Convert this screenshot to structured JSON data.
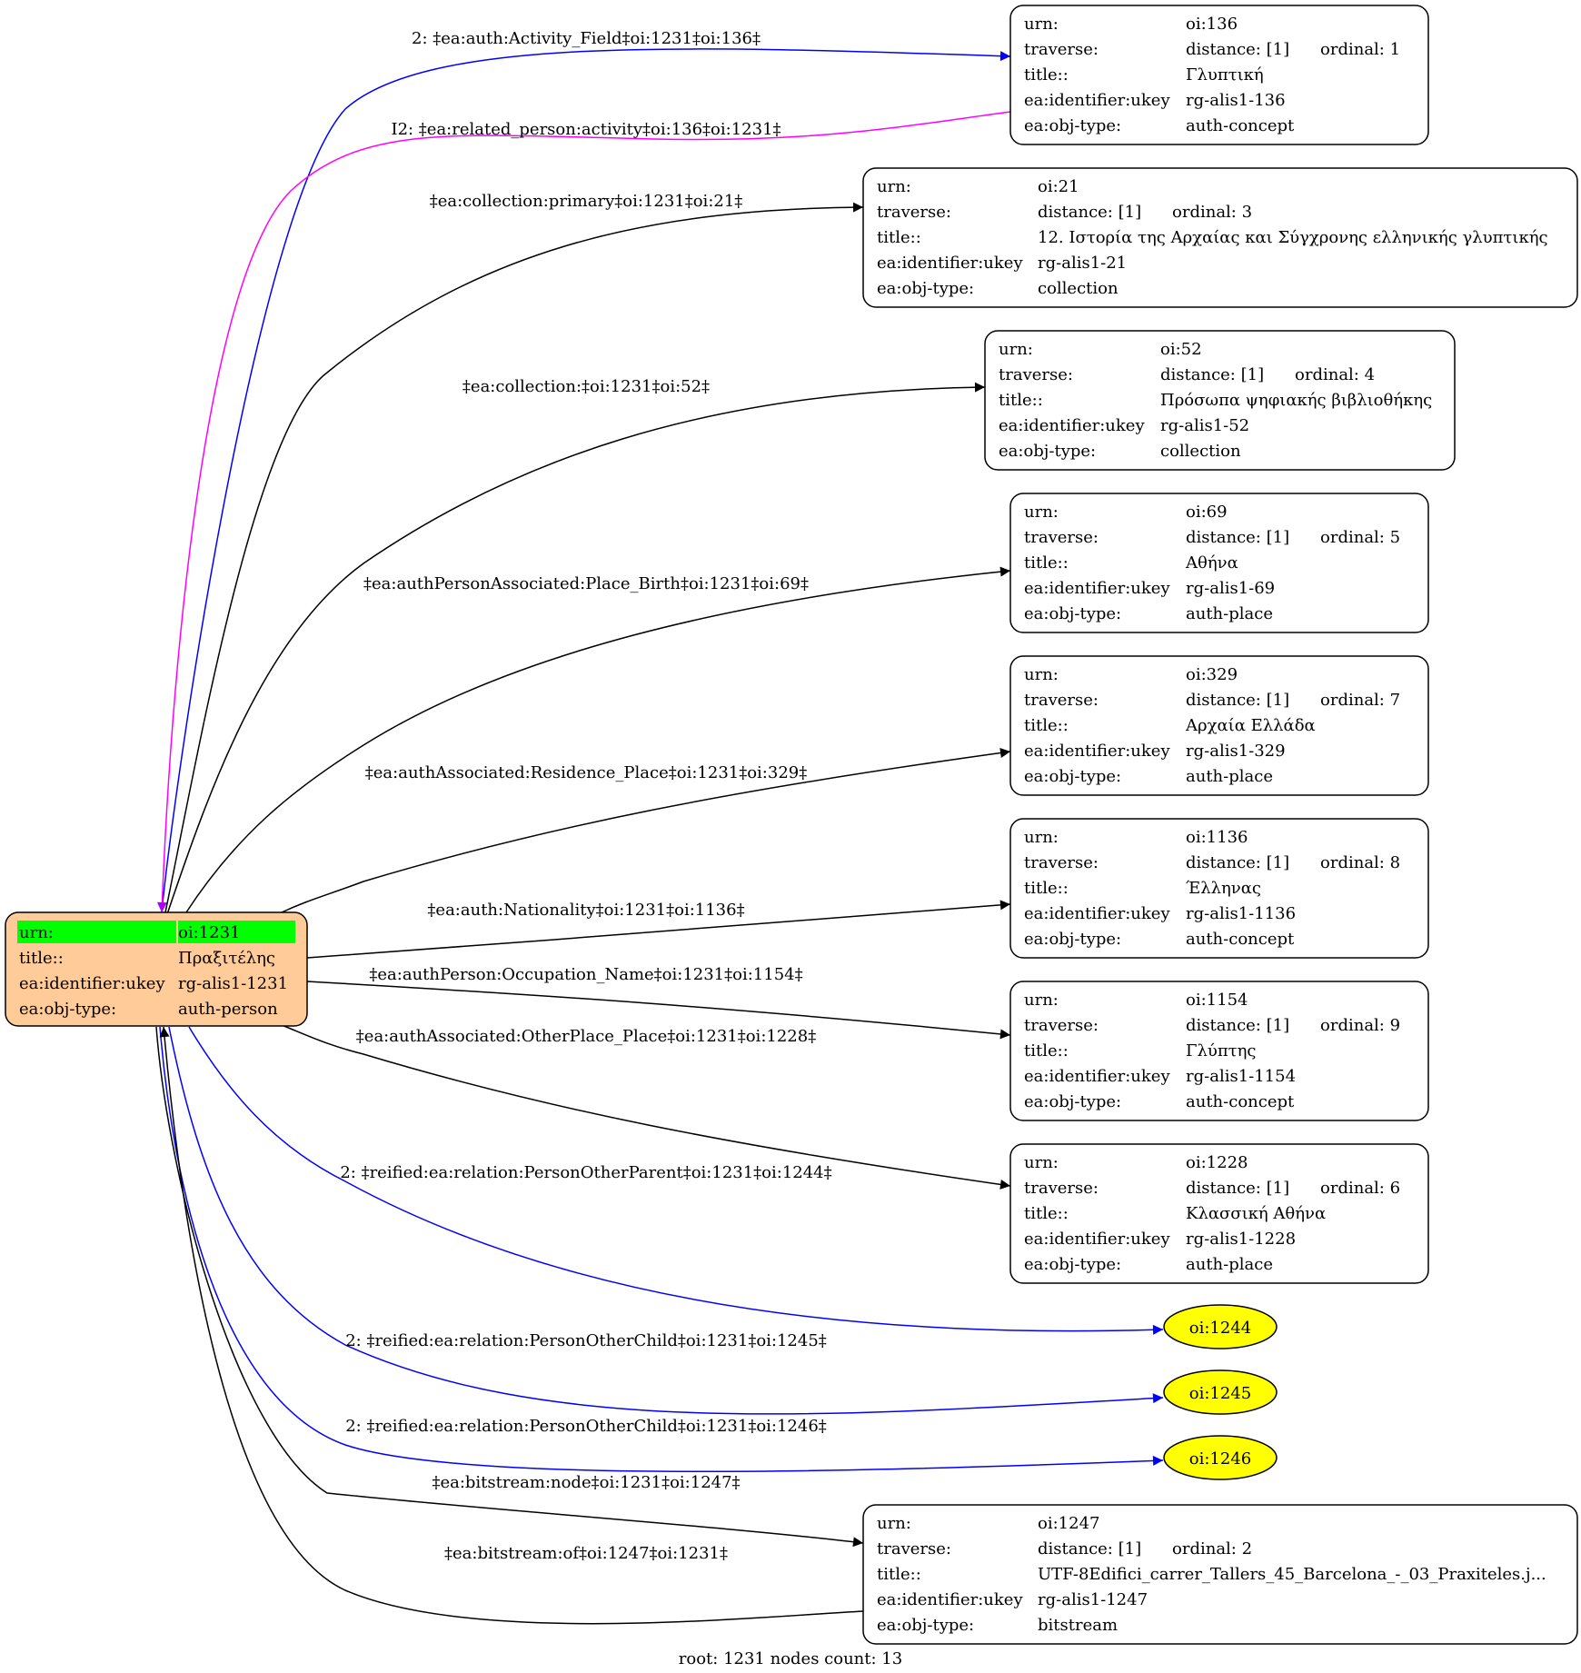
{
  "root_node": {
    "urn_label": "urn:",
    "urn": "oi:1231",
    "rows": [
      {
        "k": "title::",
        "v": "Πραξιτέλης"
      },
      {
        "k": "ea:identifier:ukey",
        "v": "rg-alis1-1231"
      },
      {
        "k": "ea:obj-type:",
        "v": "auth-person"
      }
    ],
    "fill": "#ffcc99",
    "urn_highlight": "#00ff00"
  },
  "nodes": [
    {
      "id": "n136",
      "urn": "oi:136",
      "distance": "distance: [1]",
      "ordinal": "ordinal: 1",
      "title": "Γλυπτική",
      "ukey": "rg-alis1-136",
      "type": "auth-concept"
    },
    {
      "id": "n21",
      "urn": "oi:21",
      "distance": "distance: [1]",
      "ordinal": "ordinal: 3",
      "title": "12. Ιστορία της Αρχαίας και Σύγχρονης ελληνικής γλυπτικής",
      "ukey": "rg-alis1-21",
      "type": "collection"
    },
    {
      "id": "n52",
      "urn": "oi:52",
      "distance": "distance: [1]",
      "ordinal": "ordinal: 4",
      "title": "Πρόσωπα ψηφιακής βιβλιοθήκης",
      "ukey": "rg-alis1-52",
      "type": "collection"
    },
    {
      "id": "n69",
      "urn": "oi:69",
      "distance": "distance: [1]",
      "ordinal": "ordinal: 5",
      "title": "Αθήνα",
      "ukey": "rg-alis1-69",
      "type": "auth-place"
    },
    {
      "id": "n329",
      "urn": "oi:329",
      "distance": "distance: [1]",
      "ordinal": "ordinal: 7",
      "title": "Αρχαία Ελλάδα",
      "ukey": "rg-alis1-329",
      "type": "auth-place"
    },
    {
      "id": "n1136",
      "urn": "oi:1136",
      "distance": "distance: [1]",
      "ordinal": "ordinal: 8",
      "title": "Έλληνας",
      "ukey": "rg-alis1-1136",
      "type": "auth-concept"
    },
    {
      "id": "n1154",
      "urn": "oi:1154",
      "distance": "distance: [1]",
      "ordinal": "ordinal: 9",
      "title": "Γλύπτης",
      "ukey": "rg-alis1-1154",
      "type": "auth-concept"
    },
    {
      "id": "n1228",
      "urn": "oi:1228",
      "distance": "distance: [1]",
      "ordinal": "ordinal: 6",
      "title": "Κλασσική Αθήνα",
      "ukey": "rg-alis1-1228",
      "type": "auth-place"
    },
    {
      "id": "n1247",
      "urn": "oi:1247",
      "distance": "distance: [1]",
      "ordinal": "ordinal: 2",
      "title": "UTF-8Edifici_carrer_Tallers_45_Barcelona_-_03_Praxiteles.j...",
      "ukey": "rg-alis1-1247",
      "type": "bitstream"
    }
  ],
  "row_labels": {
    "urn": "urn:",
    "traverse": "traverse:",
    "title": "title::",
    "ukey": "ea:identifier:ukey",
    "type": "ea:obj-type:"
  },
  "ellipses": [
    {
      "id": "e1244",
      "label": "oi:1244"
    },
    {
      "id": "e1245",
      "label": "oi:1245"
    },
    {
      "id": "e1246",
      "label": "oi:1246"
    }
  ],
  "ellipse_fill": "#ffff00",
  "edges": [
    {
      "id": "ed136",
      "label": "2: ‡ea:auth:Activity_Field‡oi:1231‡oi:136‡",
      "color": "#0000ff"
    },
    {
      "id": "edI2",
      "label": "I2: ‡ea:related_person:activity‡oi:136‡oi:1231‡",
      "color": "#ff00ff"
    },
    {
      "id": "ed21",
      "label": "‡ea:collection:primary‡oi:1231‡oi:21‡",
      "color": "#000000"
    },
    {
      "id": "ed52",
      "label": "‡ea:collection:‡oi:1231‡oi:52‡",
      "color": "#000000"
    },
    {
      "id": "ed69",
      "label": "‡ea:authPersonAssociated:Place_Birth‡oi:1231‡oi:69‡",
      "color": "#000000"
    },
    {
      "id": "ed329",
      "label": "‡ea:authAssociated:Residence_Place‡oi:1231‡oi:329‡",
      "color": "#000000"
    },
    {
      "id": "ed1136",
      "label": "‡ea:auth:Nationality‡oi:1231‡oi:1136‡",
      "color": "#000000"
    },
    {
      "id": "ed1154",
      "label": "‡ea:authPerson:Occupation_Name‡oi:1231‡oi:1154‡",
      "color": "#000000"
    },
    {
      "id": "ed1228",
      "label": "‡ea:authAssociated:OtherPlace_Place‡oi:1231‡oi:1228‡",
      "color": "#000000"
    },
    {
      "id": "ed1244",
      "label": "2: ‡reified:ea:relation:PersonOtherParent‡oi:1231‡oi:1244‡",
      "color": "#0000ff"
    },
    {
      "id": "ed1245",
      "label": "2: ‡reified:ea:relation:PersonOtherChild‡oi:1231‡oi:1245‡",
      "color": "#0000ff"
    },
    {
      "id": "ed1246",
      "label": "2: ‡reified:ea:relation:PersonOtherChild‡oi:1231‡oi:1246‡",
      "color": "#0000ff"
    },
    {
      "id": "ed1247",
      "label": "‡ea:bitstream:node‡oi:1231‡oi:1247‡",
      "color": "#000000"
    },
    {
      "id": "edOf",
      "label": "‡ea:bitstream:of‡oi:1247‡oi:1231‡",
      "color": "#000000"
    }
  ],
  "footer": "root: 1231 nodes count: 13"
}
